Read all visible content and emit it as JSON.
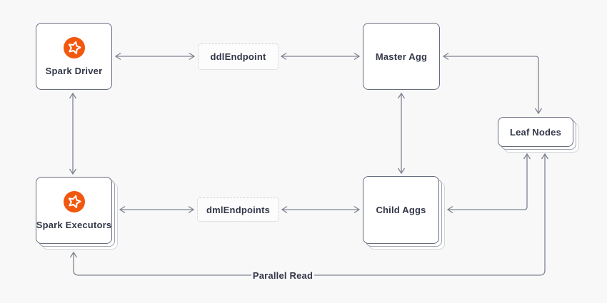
{
  "colors": {
    "bg": "#F8F8F9",
    "node-border": "#686D7E",
    "node-bg": "#FFFFFF",
    "arrow": "#7E8390",
    "text": "#333748",
    "dotted-border": "#C7C9D0",
    "brand-orange": "#F2570E",
    "stack-border-1": "#9BA0AC",
    "stack-border-2": "#D2D5DB"
  },
  "nodes": {
    "spark_driver": {
      "label": "Spark Driver",
      "icon": "star-icon"
    },
    "spark_executors": {
      "label": "Spark Executors",
      "icon": "star-icon"
    },
    "ddl_endpoint": {
      "label": "ddlEndpoint"
    },
    "dml_endpoints": {
      "label": "dmlEndpoints"
    },
    "master_agg": {
      "label": "Master Agg"
    },
    "child_aggs": {
      "label": "Child Aggs"
    },
    "leaf_nodes": {
      "label": "Leaf Nodes"
    }
  },
  "edges": {
    "parallel_read_label": "Parallel Read"
  }
}
